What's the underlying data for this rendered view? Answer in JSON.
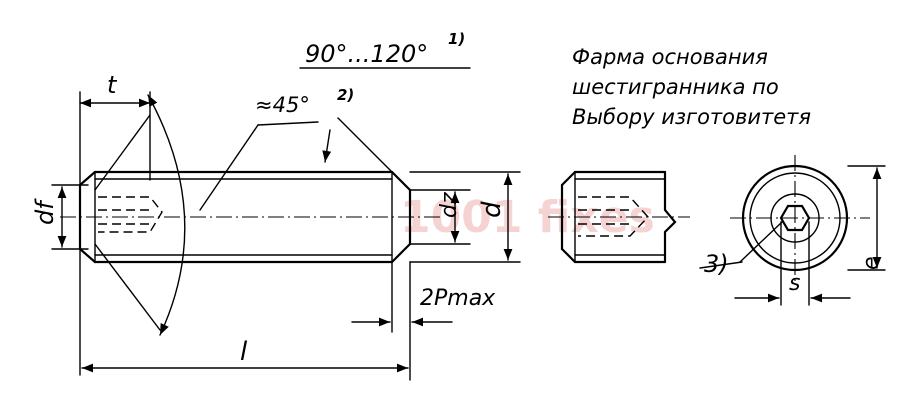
{
  "drawing": {
    "angle_range": "90°...120°",
    "angle_range_note": "1)",
    "chamfer_angle": "≈45°",
    "chamfer_angle_note": "2)",
    "note_line1": "Фарма основания",
    "note_line2": "шестигранника по",
    "note_line3": "Выбору изготовитетя",
    "label_t": "t",
    "label_df": "df",
    "label_dz": "dz",
    "label_d": "d",
    "label_2pmax": "2Pmax",
    "label_l": "l",
    "label_3": "3)",
    "label_s": "s",
    "label_e": "e",
    "watermark": "1001 fixes"
  }
}
